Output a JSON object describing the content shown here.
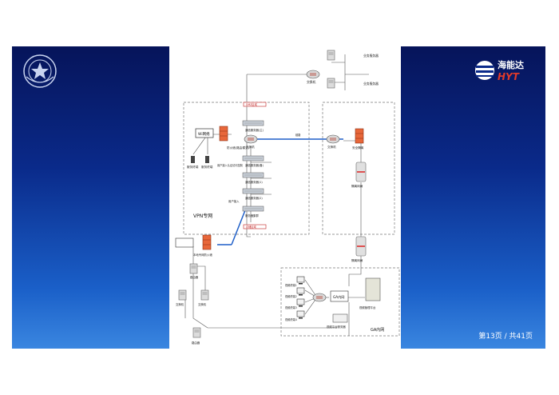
{
  "slide": {
    "page_indicator": "第13页 / 共41页"
  },
  "brand": {
    "left_logo_icon": "police-emblem-icon",
    "right_logo_icon": "company-logo-icon",
    "right_logo_text": "海能达",
    "right_logo_sub": "HYT"
  },
  "diagram": {
    "zones": {
      "vpn": "VPN专网",
      "ga": "GA内网"
    },
    "nodes": {
      "wi_net": "Wi网络",
      "terminal_1": "服务终端",
      "terminal_2": "服务终端",
      "firewall_top": "防火墙(路由模式)",
      "firewall_note": "用户接入认证访问控制",
      "switch_core_left": "交换机",
      "switch_core_right": "交换机",
      "switch_top": "交换机",
      "top_server_1": "业务服务器",
      "top_server_2": "业务服务器",
      "isolation": "安全隔离",
      "isolation_gap": "隔离网闸",
      "gap_bottom": "隔离网闸",
      "ga_net": "GA内网",
      "ga_platform": "视频管理平台",
      "ga_server_label": "视频平台服务器",
      "bottom_firewall": "本地专网防火墙",
      "bottom_router": "路由器",
      "bottom_switch_left": "交换机",
      "bottom_switch_right": "交换机",
      "bottom_device": "路由器"
    },
    "racks": [
      "通信服务器(主)",
      "通信服务器(备)",
      "通信服务器(1)",
      "通信服务器(2)",
      "服务器集群"
    ],
    "red_tags": [
      "DMZ区域",
      "存储区域"
    ],
    "ga_pcs": [
      "视频终端1",
      "视频终端2",
      "视频终端3",
      "视频终端4"
    ],
    "side_labels": [
      "用户接入",
      "链路"
    ]
  }
}
